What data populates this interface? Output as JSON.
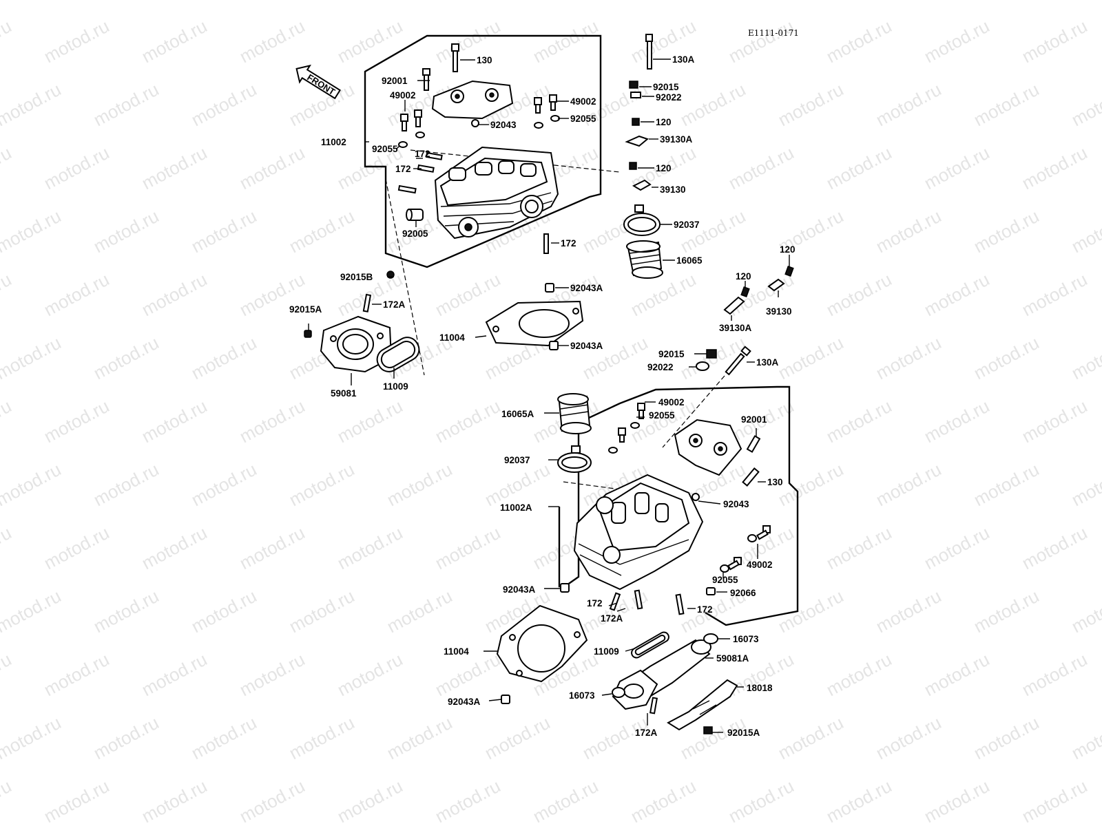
{
  "diagram_code": "E1111-0171",
  "front_label": "FRONT",
  "watermark": "motod.ru",
  "labels": {
    "l130_t": "130",
    "l92001_t": "92001",
    "l49002_tl": "49002",
    "l49002_tr": "49002",
    "l92055_tr": "92055",
    "l92043_t": "92043",
    "l11002": "11002",
    "l92055_tl": "92055",
    "l172_a": "172",
    "l172_b": "172",
    "l92005": "92005",
    "l172_c": "172",
    "l92015B": "92015B",
    "l92043A_1": "92043A",
    "l92015A_t": "92015A",
    "l172A_t": "172A",
    "l11004_t": "11004",
    "l92043A_2": "92043A",
    "l59081": "59081",
    "l11009_t": "11009",
    "l130A_t": "130A",
    "l92015_t": "92015",
    "l92022_t": "92022",
    "l120_a": "120",
    "l39130A_t": "39130A",
    "l120_b": "120",
    "l39130_t": "39130",
    "l92037_t": "92037",
    "l16065": "16065",
    "l120_c": "120",
    "l120_d": "120",
    "l39130_r": "39130",
    "l39130A_r": "39130A",
    "l92015_b": "92015",
    "l92022_b": "92022",
    "l130A_b": "130A",
    "l49002_b1": "49002",
    "l92055_b1": "92055",
    "l16065A": "16065A",
    "l92001_b": "92001",
    "l92037_b": "92037",
    "l130_b": "130",
    "l11002A": "11002A",
    "l92043_b": "92043",
    "l49002_b2": "49002",
    "l92043A_3": "92043A",
    "l92055_b2": "92055",
    "l92066": "92066",
    "l172_d": "172",
    "l172_e": "172",
    "l172A_b1": "172A",
    "l11004_b": "11004",
    "l11009_b": "11009",
    "l16073_r": "16073",
    "l59081A": "59081A",
    "l18018": "18018",
    "l92043A_4": "92043A",
    "l16073_l": "16073",
    "l172A_b2": "172A",
    "l92015A_b": "92015A"
  }
}
